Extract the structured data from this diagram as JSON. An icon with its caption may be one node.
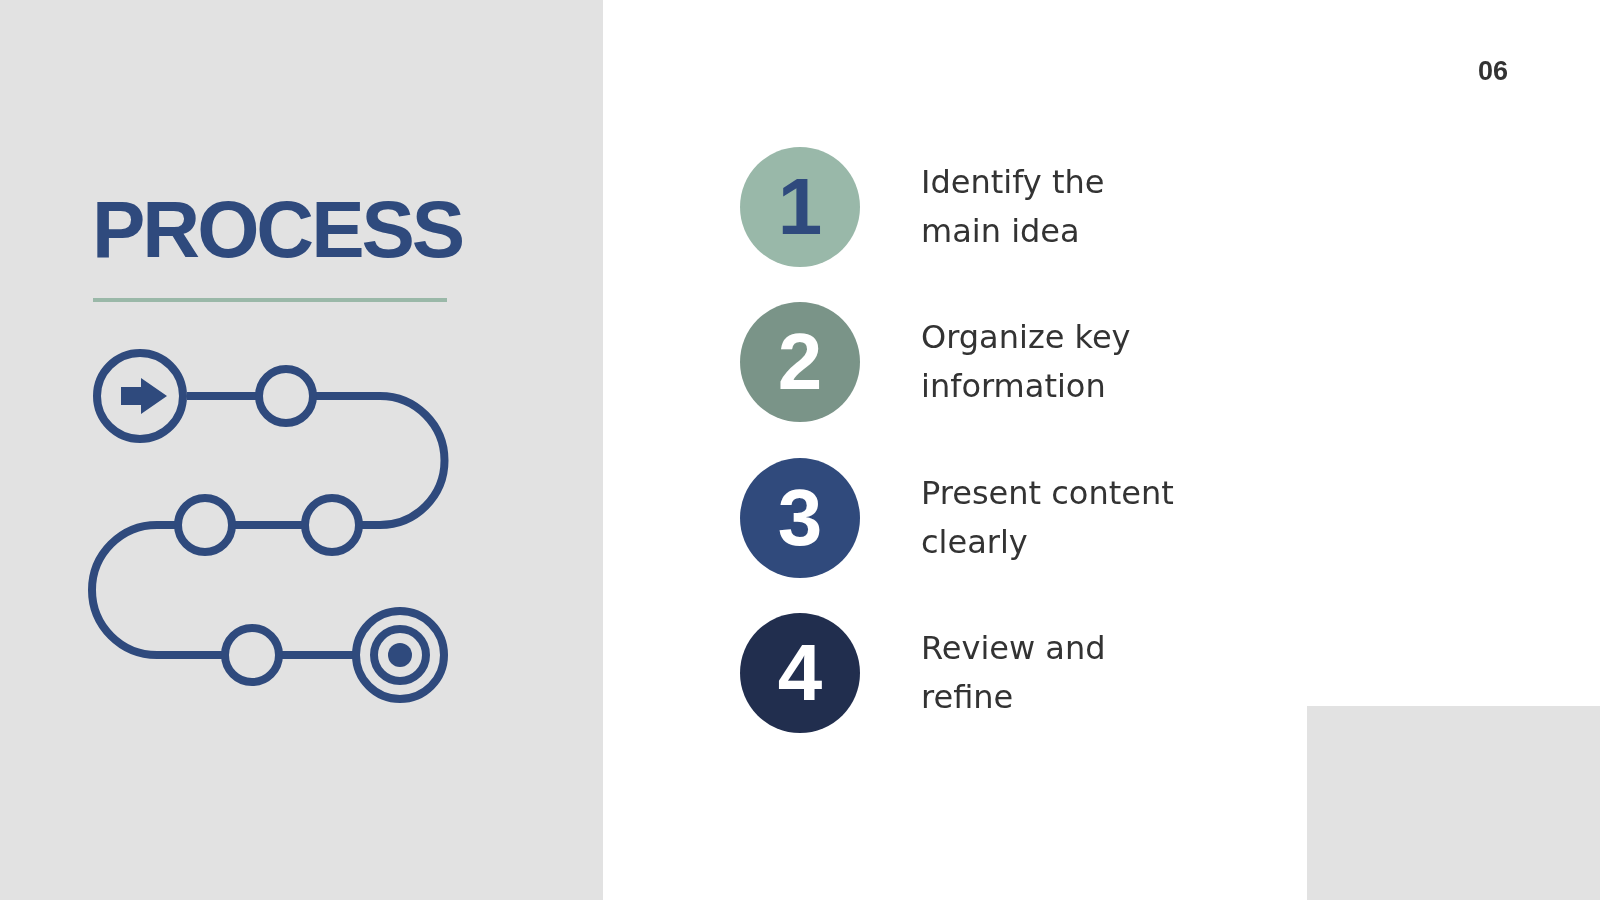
{
  "diagram": {
    "title": "PROCESS",
    "nodes": [
      {
        "text": [
          "1"
        ],
        "beside": [
          "Identify the main idea"
        ]
      },
      {
        "text": [
          "2"
        ],
        "beside": [
          "Organize key information"
        ]
      },
      {
        "text": [
          "3"
        ],
        "beside": [
          "Present content clearly"
        ]
      },
      {
        "text": [
          "4"
        ],
        "beside": [
          "Review and refine"
        ]
      }
    ],
    "labels": [
      "06"
    ]
  }
}
